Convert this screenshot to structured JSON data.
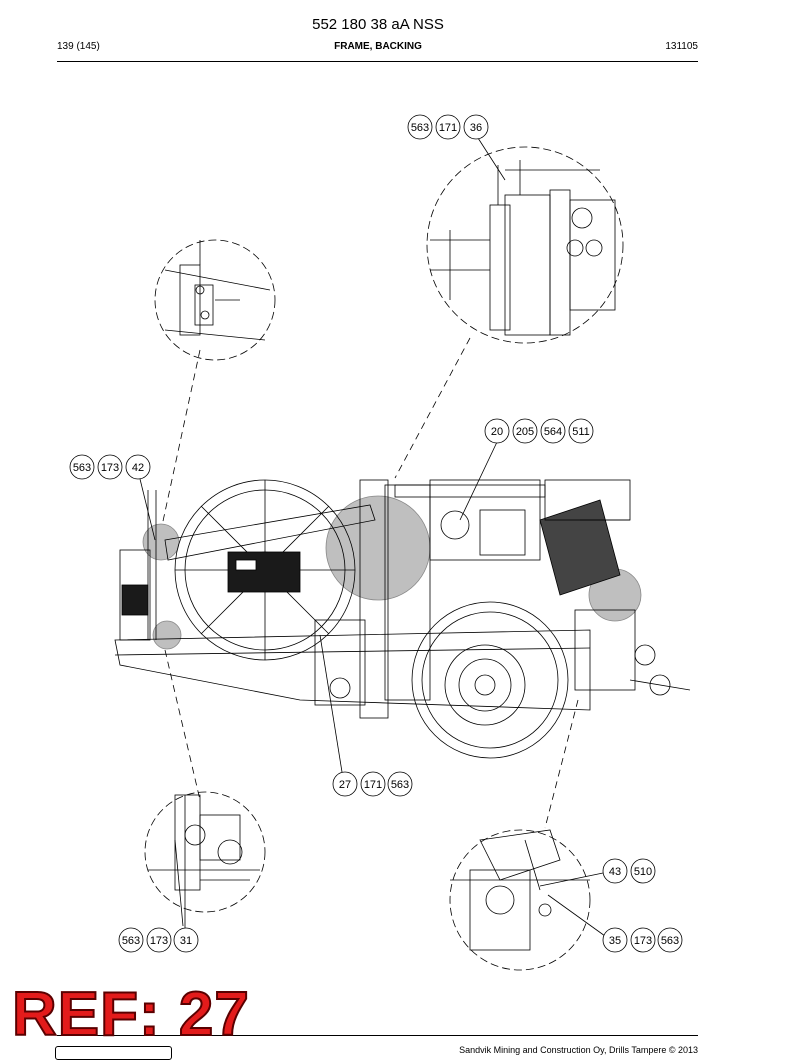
{
  "header": {
    "doc_number": "552 180 38 aA NSS",
    "page": "139 (145)",
    "section": "FRAME, BACKING",
    "code": "131105"
  },
  "footer": {
    "copyright": "Sandvik Mining and Construction Oy, Drills Tampere © 2013"
  },
  "stamp": {
    "ref_text": "REF: 27",
    "color": "#e31b1b"
  },
  "callouts": {
    "top_right": [
      "563",
      "171",
      "36"
    ],
    "middle_right": [
      "20",
      "205",
      "564",
      "511"
    ],
    "middle_left": [
      "563",
      "173",
      "42"
    ],
    "center_low": [
      "27",
      "171",
      "563"
    ],
    "bottom_right_upper": [
      "43",
      "510"
    ],
    "bottom_left": [
      "563",
      "173",
      "31"
    ],
    "bottom_right": [
      "35",
      "173",
      "563"
    ]
  }
}
